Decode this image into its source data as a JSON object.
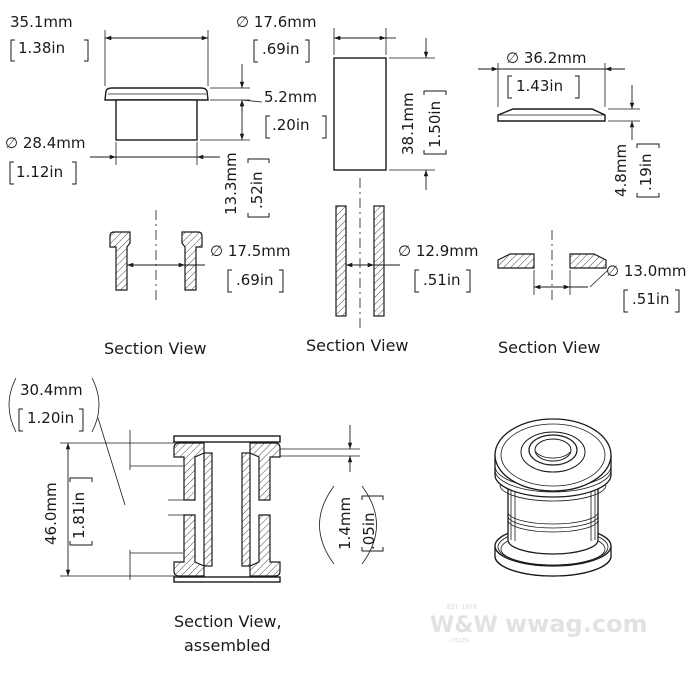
{
  "parts": {
    "flanged_bushing": {
      "length": {
        "mm": "35.1mm",
        "in": "1.38in"
      },
      "flange_height": {
        "mm": "5.2mm",
        "in": ".20in"
      },
      "outer_diameter": {
        "mm": "∅ 28.4mm",
        "in": "1.12in"
      },
      "body_height": {
        "mm": "13.3mm",
        "in": ".52in"
      },
      "bore": {
        "mm": "∅ 17.5mm",
        "in": ".69in"
      }
    },
    "sleeve": {
      "diameter": {
        "mm": "∅ 17.6mm",
        "in": ".69in"
      },
      "length": {
        "mm": "38.1mm",
        "in": "1.50in"
      },
      "bore": {
        "mm": "∅ 12.9mm",
        "in": ".51in"
      }
    },
    "washer": {
      "diameter": {
        "mm": "∅ 36.2mm",
        "in": "1.43in"
      },
      "thickness": {
        "mm": "4.8mm",
        "in": ".19in"
      },
      "bore": {
        "mm": "∅ 13.0mm",
        "in": ".51in"
      }
    }
  },
  "assembled": {
    "width": {
      "mm": "30.4mm",
      "in": "1.20in"
    },
    "height": {
      "mm": "46.0mm",
      "in": "1.81in"
    },
    "gap": {
      "mm": "1.4mm",
      "in": ".05in"
    }
  },
  "captions": {
    "section_view_1": "Section View",
    "section_view_2": "Section View",
    "section_view_3": "Section View",
    "assembled_line1": "Section View,",
    "assembled_line2": "assembled"
  },
  "watermark": {
    "brand": "wwag.com",
    "logo": "W&W",
    "est": "EST. 1979",
    "origin": "CYCLES"
  }
}
